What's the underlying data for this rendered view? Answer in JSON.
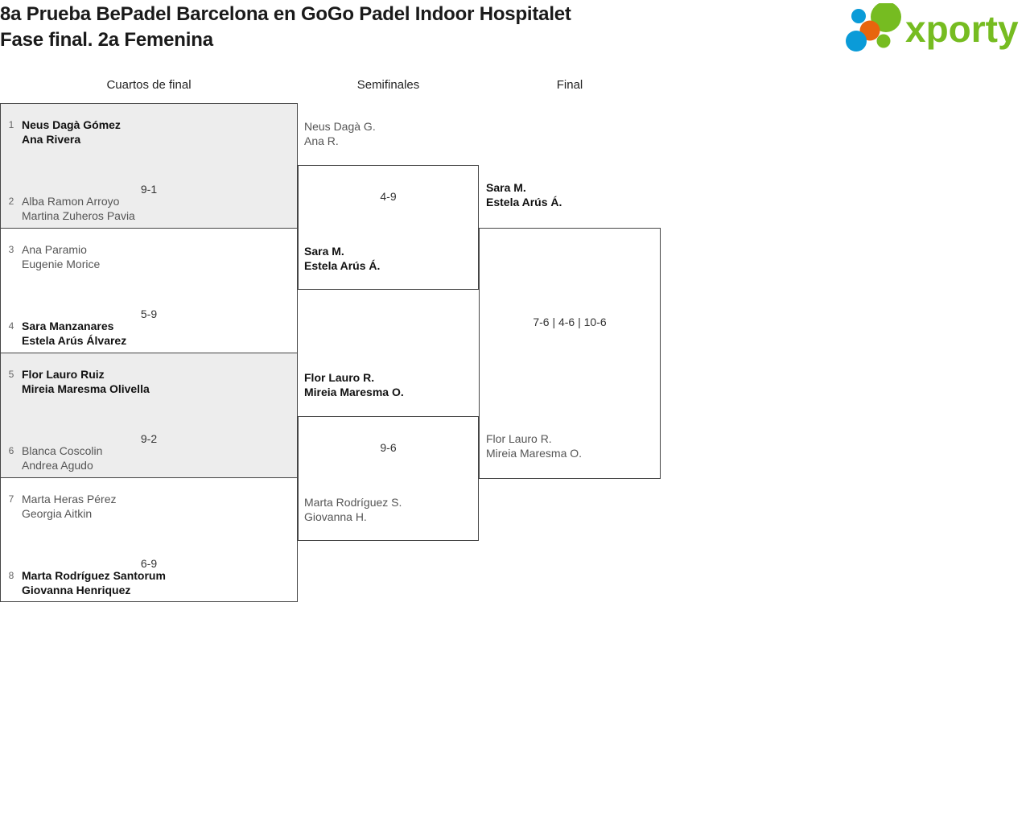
{
  "header": {
    "title_line1": "8a Prueba BePadel Barcelona en GoGo Padel Indoor Hospitalet",
    "title_line2": "Fase final. 2a Femenina",
    "logo_text": "xporty",
    "logo_colors": {
      "green": "#76bc21",
      "orange": "#e8650d",
      "blue": "#0a9bd8"
    }
  },
  "rounds": [
    {
      "id": "quarterfinals",
      "label": "Cuartos de final"
    },
    {
      "id": "semifinals",
      "label": "Semifinales"
    },
    {
      "id": "final",
      "label": "Final"
    }
  ],
  "quarterfinals": [
    {
      "score": "9-1",
      "top": {
        "seed": "1",
        "p1": "Neus Dagà Gómez",
        "p2": "Ana Rivera",
        "winner": true
      },
      "bottom": {
        "seed": "2",
        "p1": "Alba Ramon Arroyo",
        "p2": "Martina Zuheros Pavia",
        "winner": false
      }
    },
    {
      "score": "5-9",
      "top": {
        "seed": "3",
        "p1": "Ana Paramio",
        "p2": "Eugenie Morice",
        "winner": false
      },
      "bottom": {
        "seed": "4",
        "p1": "Sara Manzanares",
        "p2": "Estela Arús Álvarez",
        "winner": true
      }
    },
    {
      "score": "9-2",
      "top": {
        "seed": "5",
        "p1": "Flor Lauro Ruiz",
        "p2": "Mireia Maresma Olivella",
        "winner": true
      },
      "bottom": {
        "seed": "6",
        "p1": "Blanca Coscolin",
        "p2": "Andrea Agudo",
        "winner": false
      }
    },
    {
      "score": "6-9",
      "top": {
        "seed": "7",
        "p1": "Marta Heras Pérez",
        "p2": "Georgia Aitkin",
        "winner": false
      },
      "bottom": {
        "seed": "8",
        "p1": "Marta Rodríguez Santorum",
        "p2": "Giovanna Henriquez",
        "winner": true
      }
    }
  ],
  "semifinals": [
    {
      "score": "4-9",
      "top": {
        "p1": "Neus Dagà G.",
        "p2": "Ana R.",
        "winner": false
      },
      "bottom": {
        "p1": "Sara M.",
        "p2": "Estela Arús Á.",
        "winner": true
      }
    },
    {
      "score": "9-6",
      "top": {
        "p1": "Flor Lauro R.",
        "p2": "Mireia Maresma O.",
        "winner": true
      },
      "bottom": {
        "p1": "Marta Rodríguez S.",
        "p2": "Giovanna H.",
        "winner": false
      }
    }
  ],
  "final": [
    {
      "score": "7-6 | 4-6 | 10-6",
      "top": {
        "p1": "Sara M.",
        "p2": "Estela Arús Á.",
        "winner": true
      },
      "bottom": {
        "p1": "Flor Lauro R.",
        "p2": "Mireia Maresma O.",
        "winner": false
      }
    }
  ]
}
